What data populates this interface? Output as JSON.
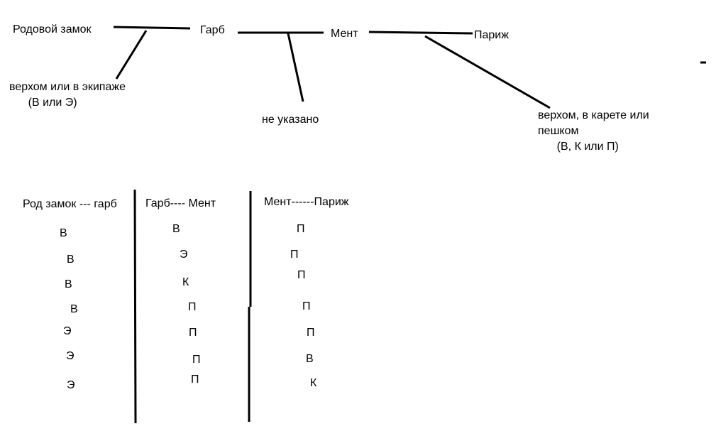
{
  "route": {
    "nodes": {
      "castle": "Родовой замок",
      "garb": "Гарб",
      "ment": "Мент",
      "paris": "Париж"
    },
    "modes": {
      "castle_garb": "верхом или в экипаже\n      (В или Э)",
      "garb_ment": "не указано",
      "ment_paris": "верхом, в карете или\nпешком\n      (В, К или П)"
    },
    "dash_mark": "-"
  },
  "table": {
    "columns": [
      {
        "header": "Род замок --- гарб",
        "values": [
          "В",
          "В",
          "В",
          "В",
          "Э",
          "Э",
          "Э"
        ]
      },
      {
        "header": "Гарб---- Мент",
        "values": [
          "В",
          "Э",
          "К",
          "П",
          "П",
          "П",
          "П"
        ]
      },
      {
        "header": "Мент------Париж",
        "values": [
          "П",
          "П",
          "П",
          "П",
          "П",
          "В",
          "К"
        ]
      }
    ]
  }
}
